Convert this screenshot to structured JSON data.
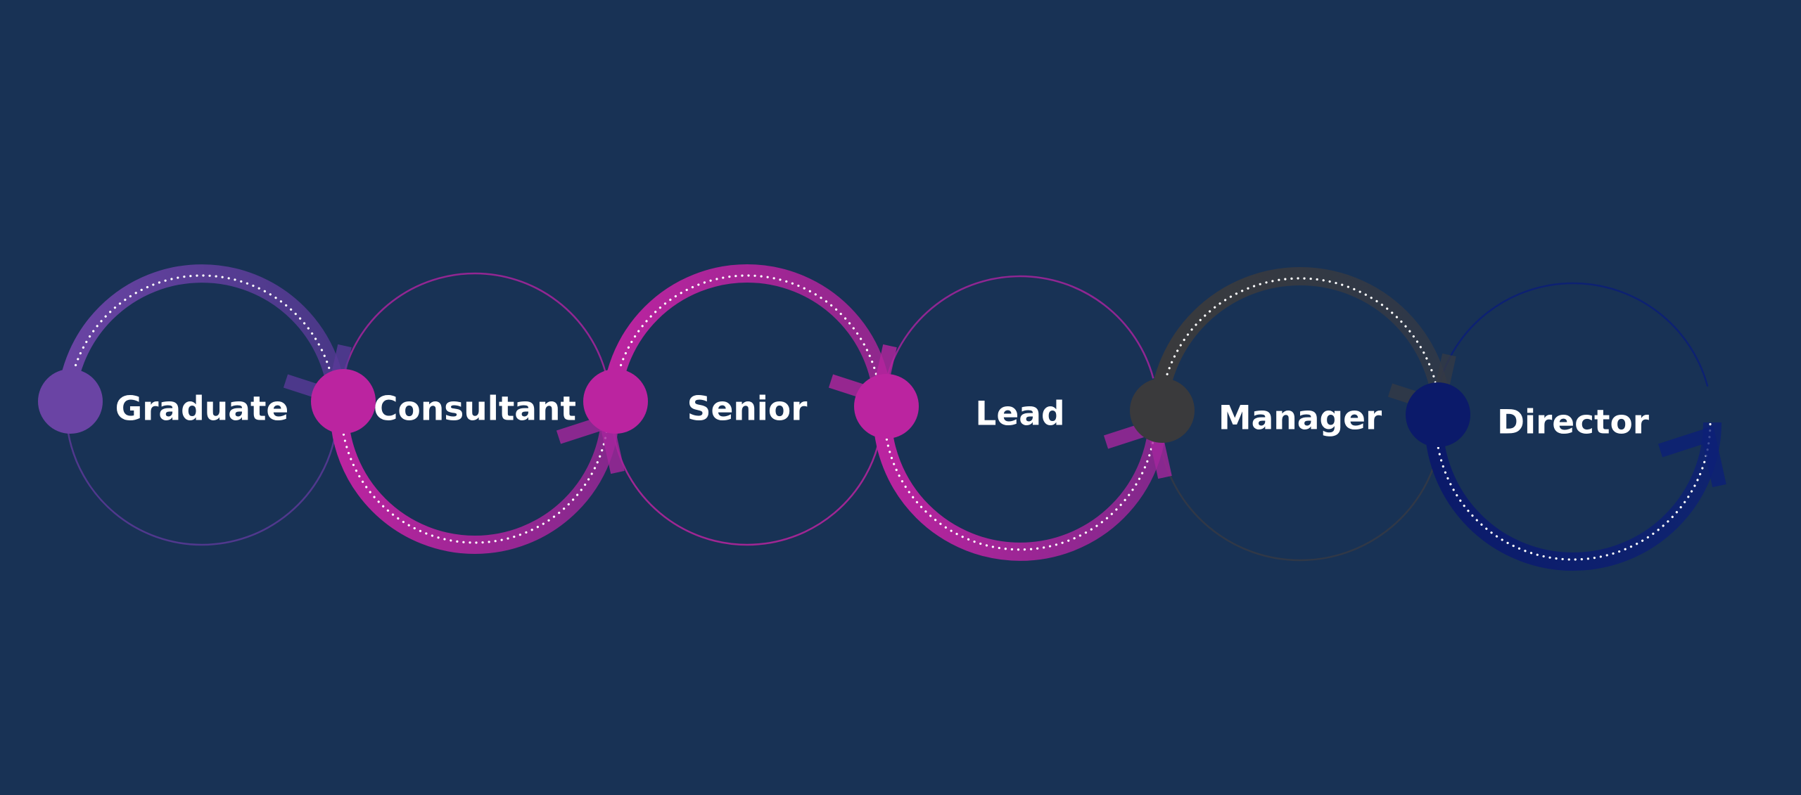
{
  "stages": [
    {
      "id": "graduate",
      "label": "Graduate",
      "node_color": "#6a44a4",
      "arc_color": "#5a3a98",
      "arc_direction": "over"
    },
    {
      "id": "consultant",
      "label": "Consultant",
      "node_color": "#bb24a0",
      "arc_color": "#a8259e",
      "arc_direction": "under"
    },
    {
      "id": "senior",
      "label": "Senior",
      "node_color": "#bb24a0",
      "arc_color": "#b7249f",
      "arc_direction": "over"
    },
    {
      "id": "lead",
      "label": "Lead",
      "node_color": "#bb24a0",
      "arc_color": "#a5259d",
      "arc_direction": "under"
    },
    {
      "id": "manager",
      "label": "Manager",
      "node_color": "#3a3a3c",
      "arc_color": "#353a45",
      "arc_direction": "over"
    },
    {
      "id": "director",
      "label": "Director",
      "node_color": "#0b1a6a",
      "arc_color": "#0c1f78",
      "arc_direction": "under"
    }
  ],
  "colors": {
    "background": "#183255",
    "label": "#ffffff",
    "dots": "#ffffff"
  }
}
